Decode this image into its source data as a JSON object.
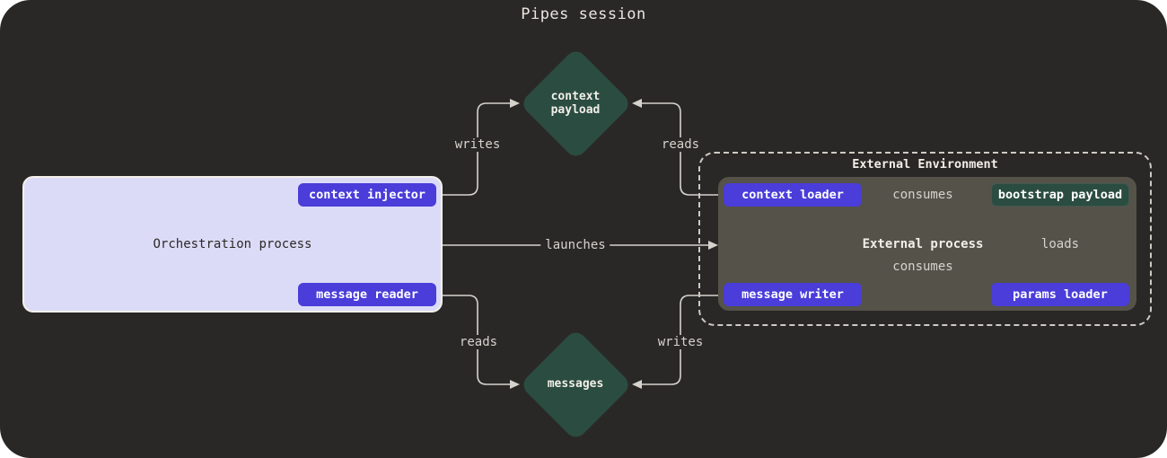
{
  "title": "Pipes session",
  "colors": {
    "canvas_bg": "#2a2826",
    "accent_purple": "#4a3dd9",
    "accent_green": "#2b4c41",
    "orchestration_fill": "#dcdbf7",
    "external_process_fill": "#55524a",
    "wire": "#d6d3cd"
  },
  "nodes": {
    "context_payload": {
      "label": "context payload"
    },
    "messages": {
      "label": "messages"
    },
    "orchestration": {
      "label": "Orchestration process"
    },
    "context_injector": {
      "label": "context injector"
    },
    "message_reader": {
      "label": "message reader"
    },
    "external_environment": {
      "label": "External Environment"
    },
    "external_process": {
      "label": "External process"
    },
    "context_loader": {
      "label": "context loader"
    },
    "bootstrap_payload": {
      "label": "bootstrap payload"
    },
    "message_writer": {
      "label": "message writer"
    },
    "params_loader": {
      "label": "params loader"
    }
  },
  "edges": {
    "writes_top": {
      "label": "writes"
    },
    "reads_top": {
      "label": "reads"
    },
    "launches": {
      "label": "launches"
    },
    "reads_bottom": {
      "label": "reads"
    },
    "writes_bottom": {
      "label": "writes"
    },
    "consumes_top": {
      "label": "consumes"
    },
    "consumes_bottom": {
      "label": "consumes"
    },
    "loads": {
      "label": "loads"
    }
  }
}
